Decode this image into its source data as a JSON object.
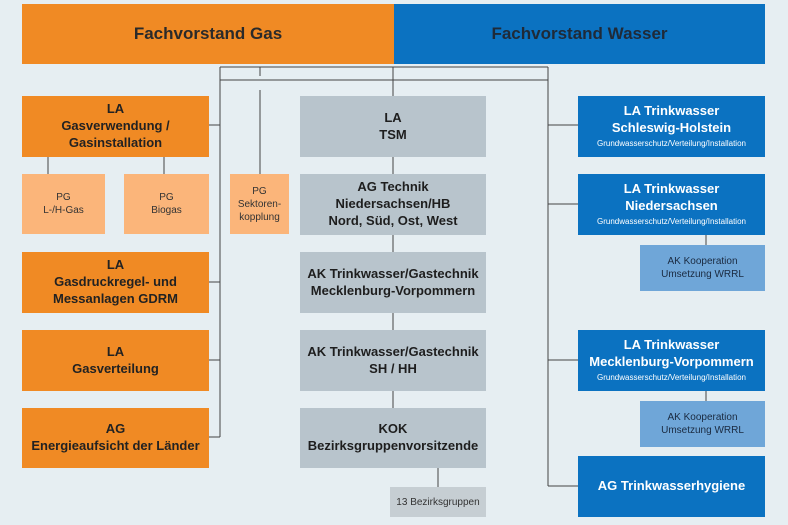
{
  "header": {
    "gas": "Fachvorstand Gas",
    "wasser": "Fachvorstand Wasser"
  },
  "gas": {
    "la_gasverwendung": [
      "LA",
      "Gasverwendung /",
      "Gasinstallation"
    ],
    "pg_lh_gas": [
      "PG",
      "L-/H-Gas"
    ],
    "pg_biogas": [
      "PG",
      "Biogas"
    ],
    "pg_sektorenkopplung": [
      "PG",
      "Sektoren-",
      "kopplung"
    ],
    "la_gasdruck": [
      "LA",
      "Gasdruckregel- und",
      "Messanlagen GDRM"
    ],
    "la_gasverteilung": [
      "LA",
      "Gasverteilung"
    ],
    "ag_energieaufsicht": [
      "AG",
      "Energieaufsicht der Länder"
    ]
  },
  "center": {
    "la_tsm": [
      "LA",
      "TSM"
    ],
    "ag_technik": [
      "AG Technik Niedersachsen/HB",
      "Nord, Süd, Ost, West"
    ],
    "ak_mv": [
      "AK Trinkwasser/Gastechnik",
      "Mecklenburg-Vorpommern"
    ],
    "ak_sh": [
      "AK Trinkwasser/Gastechnik",
      "SH / HH"
    ],
    "kok": [
      "KOK",
      "Bezirksgruppenvorsitzende"
    ],
    "bezirksgruppen": "13 Bezirksgruppen"
  },
  "wasser": {
    "la_sh": [
      "LA Trinkwasser",
      "Schleswig-Holstein"
    ],
    "la_sh_sub": "Grundwasserschutz/Verteilung/Installation",
    "la_ni": [
      "LA Trinkwasser",
      "Niedersachsen"
    ],
    "la_ni_sub": "Grundwasserschutz/Verteilung/Installation",
    "ak_koop_1": [
      "AK Kooperation",
      "Umsetzung WRRL"
    ],
    "la_mv": [
      "LA Trinkwasser",
      "Mecklenburg-Vorpommern"
    ],
    "la_mv_sub": "Grundwasserschutz/Verteilung/Installation",
    "ak_koop_2": [
      "AK Kooperation",
      "Umsetzung WRRL"
    ],
    "ag_hygiene": "AG Trinkwasserhygiene"
  },
  "colors": {
    "gas": "#f08a24",
    "wasser": "#0b72c1",
    "center": "#b8c4cc",
    "background": "#e6eef2"
  }
}
